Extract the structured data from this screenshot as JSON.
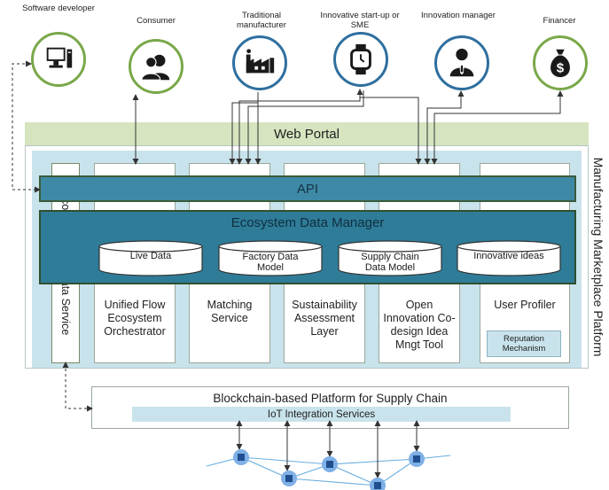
{
  "actors": [
    {
      "label": "Software developer",
      "icon": "computer-icon"
    },
    {
      "label": "Consumer",
      "icon": "people-icon"
    },
    {
      "label": "Traditional manufacturer",
      "icon": "factory-icon"
    },
    {
      "label": "Innovative start-up or SME",
      "icon": "smartwatch-icon"
    },
    {
      "label": "Innovation manager",
      "icon": "businessman-icon"
    },
    {
      "label": "Financer",
      "icon": "money-bag-icon"
    }
  ],
  "colors": {
    "actor_border": "#7aa84a",
    "portal": "#d6e4bf",
    "platform_bg": "#c9e3ec",
    "api": "#3e8aa6",
    "data_manager": "#2f7c98",
    "icon_dark": "#1a1a1a",
    "node": "#5b8fd6"
  },
  "web_portal": "Web Portal",
  "platform_label": "Manufacturing Marketplace Platform",
  "live_data_service": "Ecosystem Live Data Service",
  "api": "API",
  "data_manager": {
    "title": "Ecosystem Data Manager",
    "stores": [
      "Live Data",
      "Factory Data Model",
      "Supply Chain Data Model",
      "Innovative ideas"
    ]
  },
  "services": [
    "Unified Flow Ecosystem Orchestrator",
    "Matching Service",
    "Sustainability Assessment Layer",
    "Open Innovation Co-design Idea Mngt Tool",
    "User Profiler"
  ],
  "reputation": "Reputation Mechanism",
  "blockchain": "Blockchain-based Platform for Supply Chain",
  "iot": "IoT Integration Services"
}
